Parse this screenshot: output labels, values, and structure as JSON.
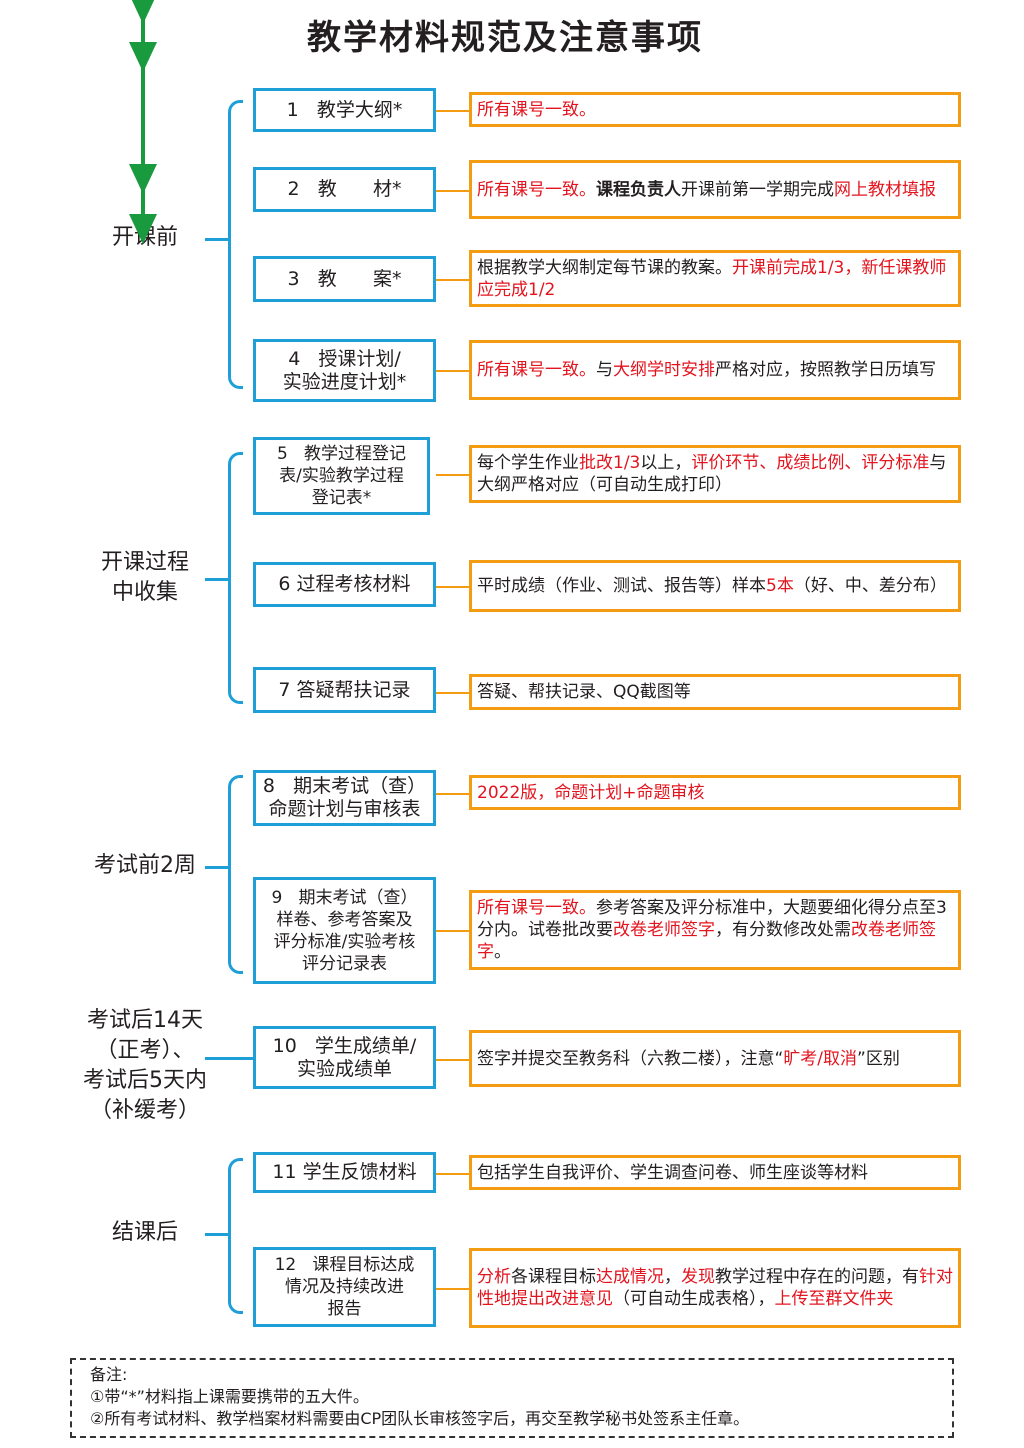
{
  "title": "教学材料规范及注意事项",
  "stages": [
    {
      "label": "开课前"
    },
    {
      "label": "开课过程\n中收集"
    },
    {
      "label": "考试前2周"
    },
    {
      "label": "考试后14天\n（正考）、\n考试后5天内\n（补缓考）"
    },
    {
      "label": "结课后"
    }
  ],
  "items": [
    {
      "label": "1   教学大纲*",
      "desc": [
        {
          "t": "所有课号一致。",
          "c": "red"
        }
      ]
    },
    {
      "label": "2   教      材*",
      "desc": [
        {
          "t": "所有课号一致。",
          "c": "red"
        },
        {
          "t": "课程负责人",
          "c": "bold"
        },
        {
          "t": "开课前第一学期完成"
        },
        {
          "t": "网上教材填报",
          "c": "red"
        }
      ]
    },
    {
      "label": "3   教      案*",
      "desc": [
        {
          "t": "根据教学大纲制定每节课的教案。"
        },
        {
          "t": "开课前完成1/3，新任课教师应完成1/2",
          "c": "red"
        }
      ]
    },
    {
      "label": "4   授课计划/\n实验进度计划*",
      "desc": [
        {
          "t": "所有课号一致。",
          "c": "red"
        },
        {
          "t": "与"
        },
        {
          "t": "大纲学时安排",
          "c": "red"
        },
        {
          "t": "严格对应，按照教学日历填写"
        }
      ]
    },
    {
      "label": "5   教学过程登记\n表/实验教学过程\n登记表*",
      "desc": [
        {
          "t": "每个学生作业"
        },
        {
          "t": "批改1/3",
          "c": "red"
        },
        {
          "t": "以上，"
        },
        {
          "t": "评价环节、成绩比例、评分标准",
          "c": "red"
        },
        {
          "t": "与大纲严格对应（可自动生成打印）"
        }
      ]
    },
    {
      "label": "6 过程考核材料",
      "desc": [
        {
          "t": "平时成绩（作业、测试、报告等）样本"
        },
        {
          "t": "5本",
          "c": "red"
        },
        {
          "t": "（好、中、差分布）"
        }
      ]
    },
    {
      "label": "7 答疑帮扶记录",
      "desc": [
        {
          "t": "答疑、帮扶记录、QQ截图等"
        }
      ]
    },
    {
      "label": "8   期末考试（查）\n命题计划与审核表",
      "desc": [
        {
          "t": "2022版，命题计划+命题审核",
          "c": "red"
        }
      ]
    },
    {
      "label": "9   期末考试（查）\n样卷、参考答案及\n评分标准/实验考核\n评分记录表",
      "desc": [
        {
          "t": "所有课号一致。",
          "c": "red"
        },
        {
          "t": "参考答案及评分标准中，大题要细化得分点至3分内。试卷批改要"
        },
        {
          "t": "改卷老师签字",
          "c": "red"
        },
        {
          "t": "，有分数修改处需"
        },
        {
          "t": "改卷老师签字",
          "c": "red"
        },
        {
          "t": "。"
        }
      ]
    },
    {
      "label": "10   学生成绩单/\n实验成绩单",
      "desc": [
        {
          "t": "签字并提交至教务科（六教二楼），注意“"
        },
        {
          "t": "旷考/取消",
          "c": "red"
        },
        {
          "t": "”区别"
        }
      ]
    },
    {
      "label": "11 学生反馈材料",
      "desc": [
        {
          "t": "包括学生自我评价、学生调查问卷、师生座谈等材料"
        }
      ]
    },
    {
      "label": "12   课程目标达成\n情况及持续改进\n报告",
      "desc": [
        {
          "t": "分析",
          "c": "red"
        },
        {
          "t": "各课程目标"
        },
        {
          "t": "达成情况",
          "c": "red"
        },
        {
          "t": "，"
        },
        {
          "t": "发现",
          "c": "red"
        },
        {
          "t": "教学过程中存在的问题，有"
        },
        {
          "t": "针对性地提出改进意见",
          "c": "red"
        },
        {
          "t": "（可自动生成表格），"
        },
        {
          "t": "上传至群文件夹",
          "c": "red"
        }
      ]
    }
  ],
  "notes": {
    "heading": "备注:",
    "lines": [
      "①带“*”材料指上课需要携带的五大件。",
      "②所有考试材料、教学档案材料需要由CP团队长审核签字后，再交至教学秘书处签系主任章。"
    ]
  },
  "colors": {
    "blue": "#1e9fd8",
    "orange": "#f39c12",
    "green": "#1a9a3e",
    "red": "#e3141e"
  }
}
